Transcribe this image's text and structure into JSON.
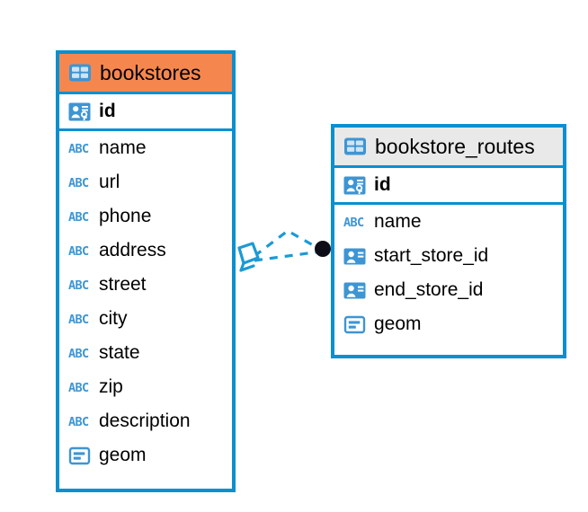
{
  "diagram": {
    "type": "entity-relationship-diagram",
    "colors": {
      "border": "#0a8fd0",
      "selected_header": "#f5874e",
      "normal_header": "#e9e9e9",
      "icon_blue": "#3d95d4",
      "relationship_line": "#1b9ad6",
      "endpoint_dot": "#000000",
      "background": "#ffffff"
    },
    "entities": [
      {
        "name": "bookstores",
        "header_icon": "table-icon",
        "selected": true,
        "fields": [
          {
            "name": "id",
            "icon": "primary-key-icon",
            "key": true
          },
          {
            "name": "name",
            "icon": "text-type-icon",
            "key": false
          },
          {
            "name": "url",
            "icon": "text-type-icon",
            "key": false
          },
          {
            "name": "phone",
            "icon": "text-type-icon",
            "key": false
          },
          {
            "name": "address",
            "icon": "text-type-icon",
            "key": false
          },
          {
            "name": "street",
            "icon": "text-type-icon",
            "key": false
          },
          {
            "name": "city",
            "icon": "text-type-icon",
            "key": false
          },
          {
            "name": "state",
            "icon": "text-type-icon",
            "key": false
          },
          {
            "name": "zip",
            "icon": "text-type-icon",
            "key": false
          },
          {
            "name": "description",
            "icon": "text-type-icon",
            "key": false
          },
          {
            "name": "geom",
            "icon": "geometry-type-icon",
            "key": false
          }
        ]
      },
      {
        "name": "bookstore_routes",
        "header_icon": "table-icon",
        "selected": false,
        "fields": [
          {
            "name": "id",
            "icon": "primary-key-icon",
            "key": true
          },
          {
            "name": "name",
            "icon": "text-type-icon",
            "key": false
          },
          {
            "name": "start_store_id",
            "icon": "foreign-key-icon",
            "key": false
          },
          {
            "name": "end_store_id",
            "icon": "foreign-key-icon",
            "key": false
          },
          {
            "name": "geom",
            "icon": "geometry-type-icon",
            "key": false
          }
        ]
      }
    ],
    "relationship": {
      "from_entity": "bookstores",
      "to_entity": "bookstore_routes",
      "line_style": "dashed",
      "source_marker": "diamond-marker",
      "target_marker": "filled-circle-marker"
    }
  }
}
